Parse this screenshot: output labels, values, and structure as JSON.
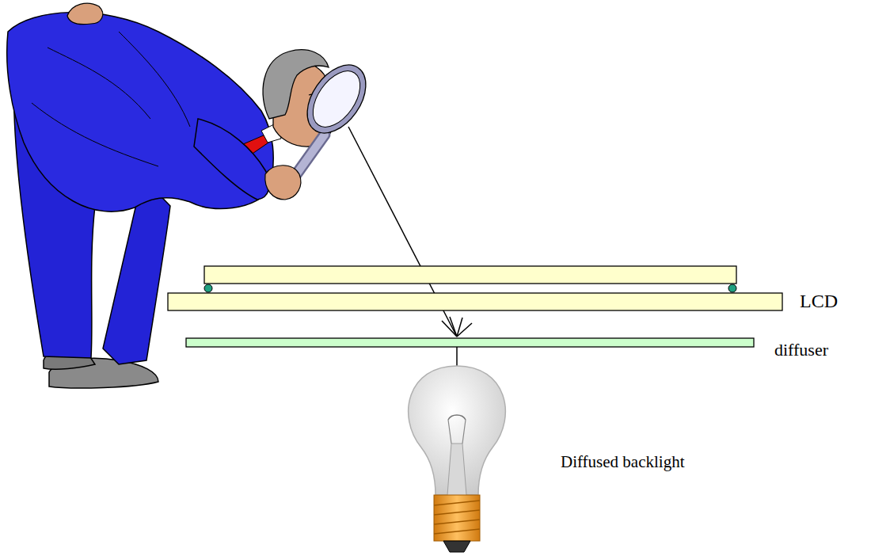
{
  "diagram": {
    "labels": [
      "LCD",
      "diffuser",
      "Diffused backlight"
    ]
  }
}
